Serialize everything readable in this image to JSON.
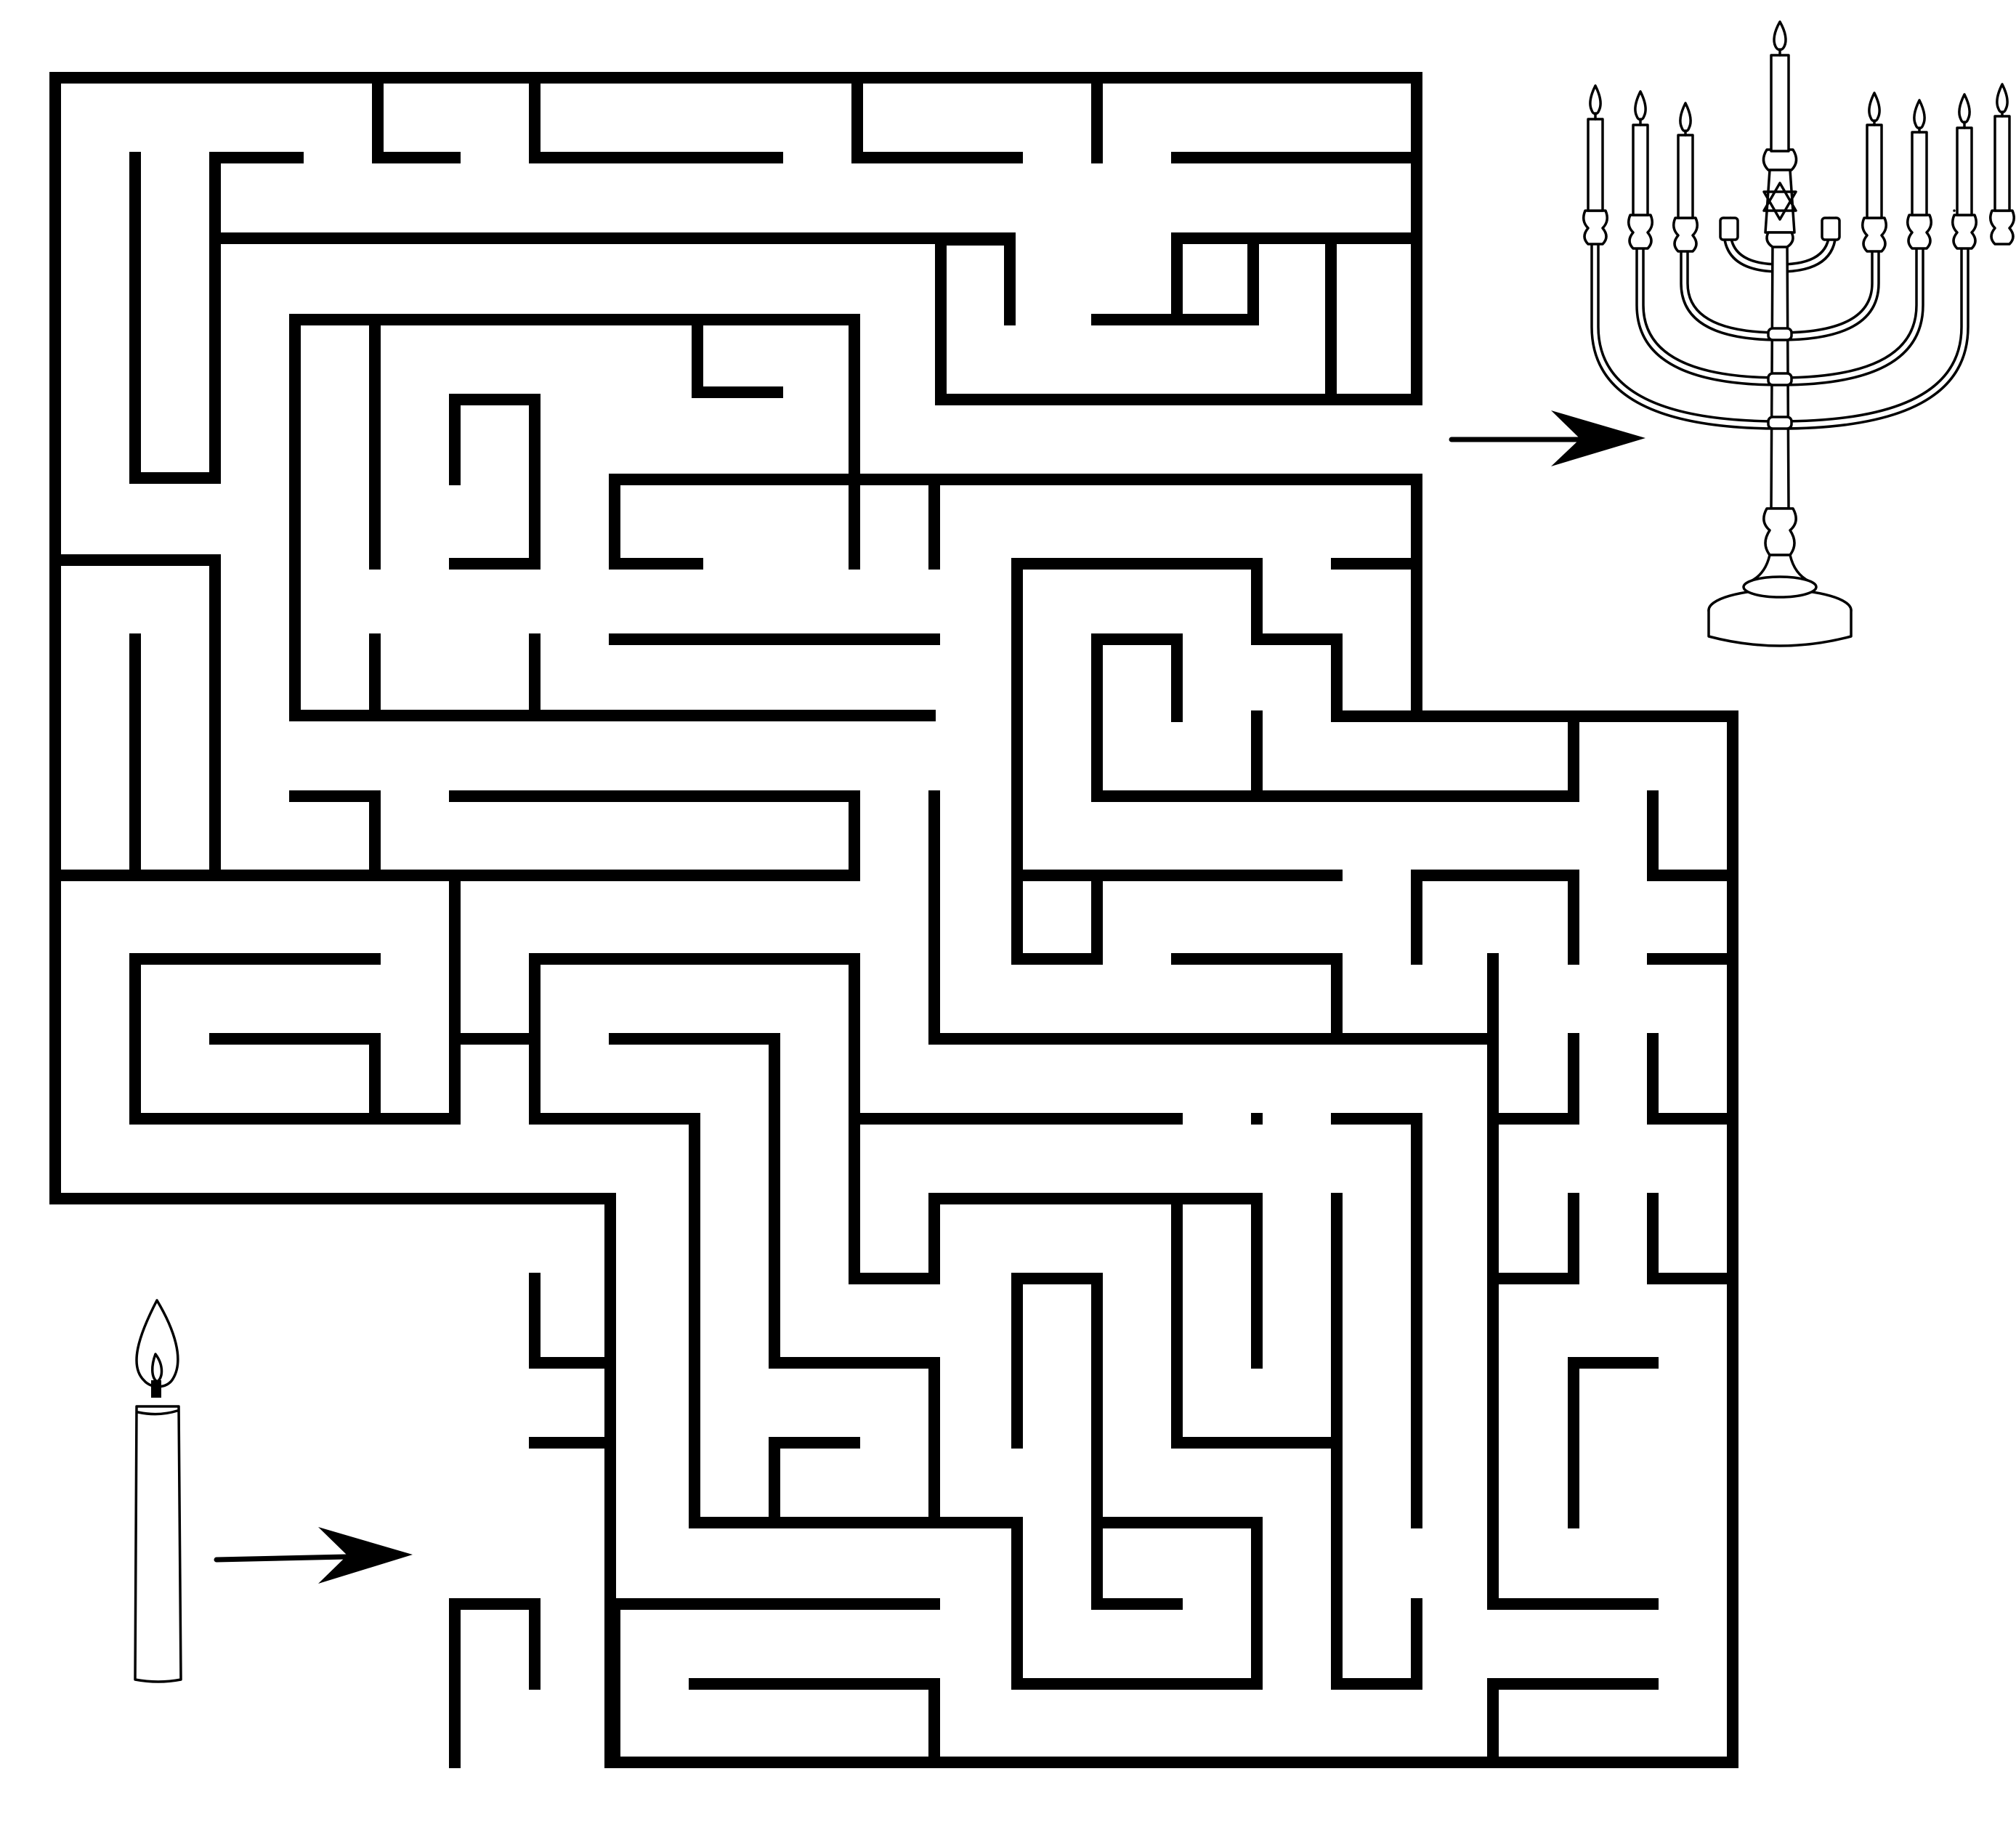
{
  "puzzle": {
    "type": "maze",
    "start": "candle",
    "goal": "menorah",
    "colors": {
      "ink": "#000000",
      "paper": "#ffffff"
    },
    "icons": {
      "start": "candle-icon",
      "goal": "menorah-icon",
      "emblem": "star-of-david-icon",
      "entry_arrow": "arrow-right-icon",
      "exit_arrow": "arrow-right-icon"
    }
  }
}
